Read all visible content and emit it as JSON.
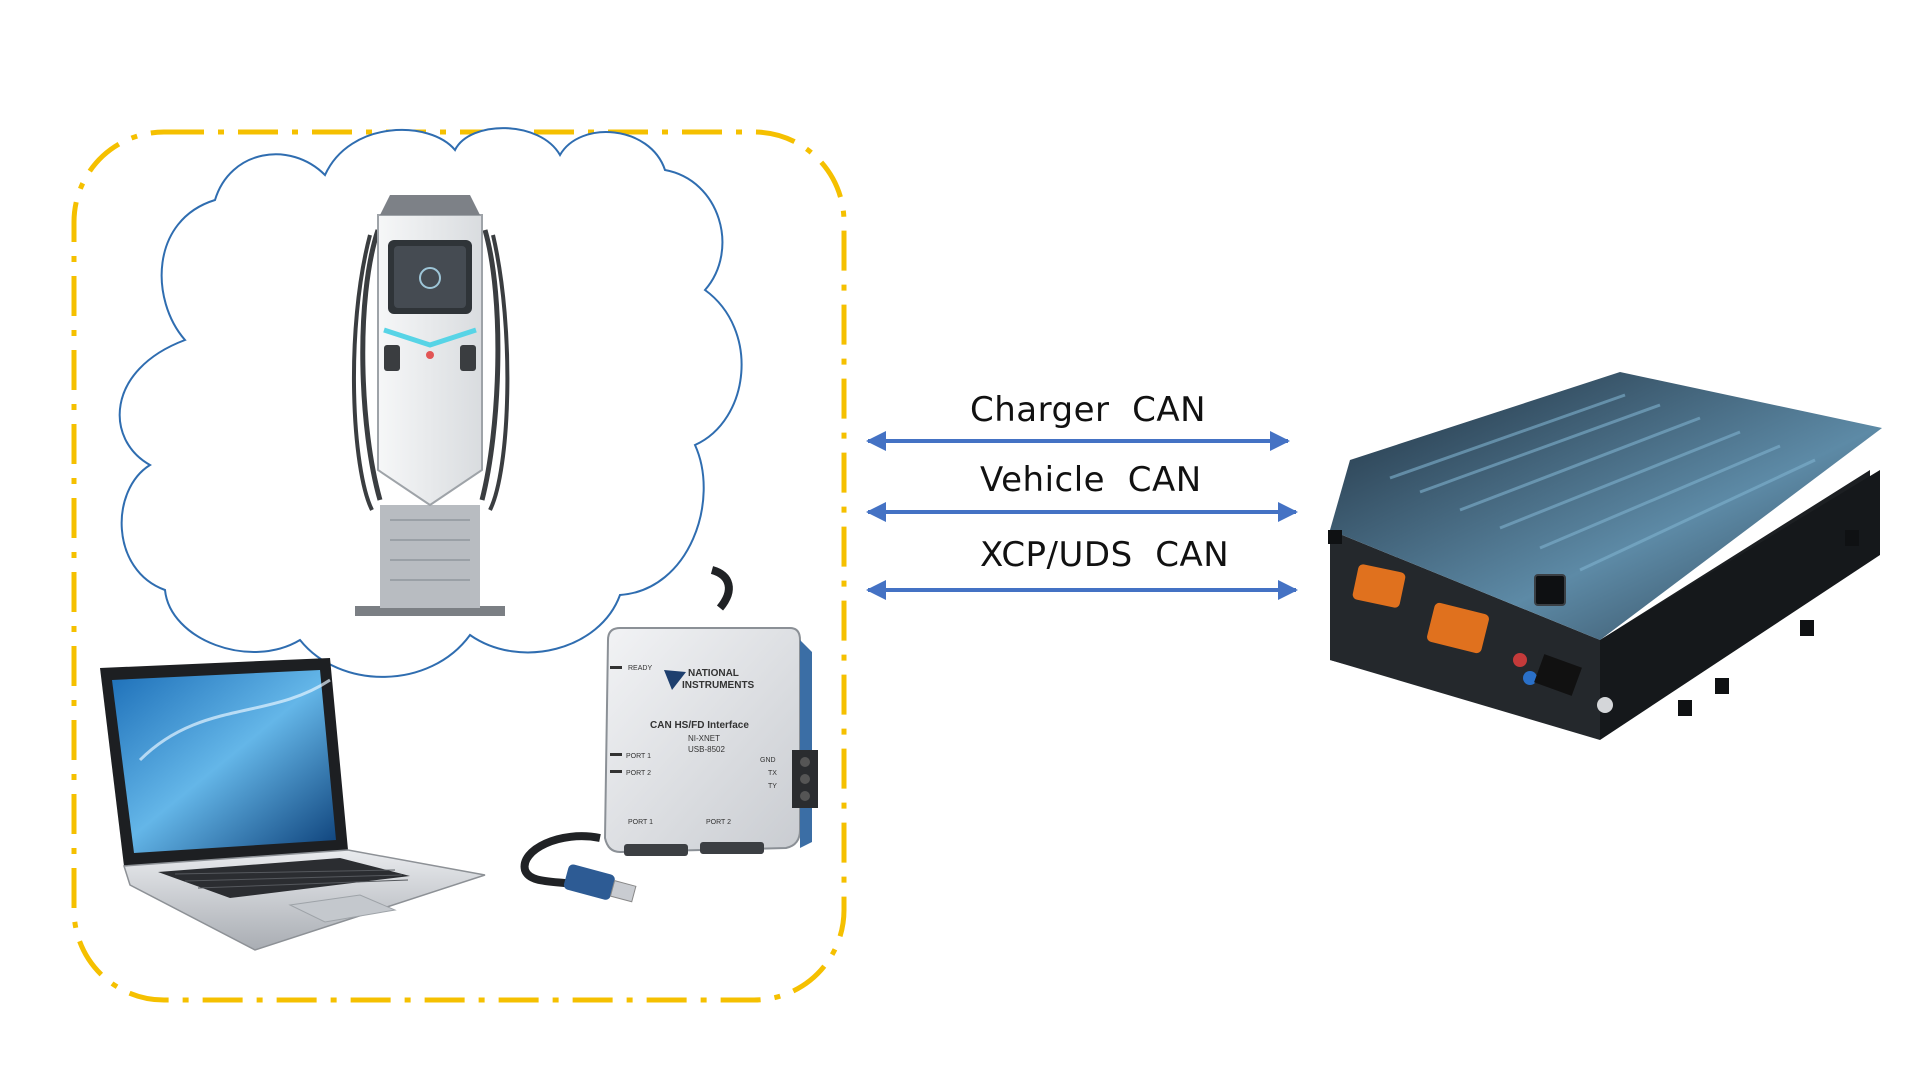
{
  "links": [
    {
      "label": "Charger  CAN"
    },
    {
      "label": "Vehicle  CAN"
    },
    {
      "label": "XCP/UDS  CAN"
    }
  ],
  "ni_device": {
    "brand_line1": "NATIONAL",
    "brand_line2": "INSTRUMENTS",
    "title": "CAN HS/FD Interface",
    "sub1": "NI-XNET",
    "sub2": "USB-8502",
    "ready": "READY",
    "port1": "PORT 1",
    "port2": "PORT 2",
    "gnd": "GND",
    "tx": "TX",
    "ty": "TY",
    "bottom_port1": "PORT 1",
    "bottom_port2": "PORT 2"
  },
  "colors": {
    "boundary": "#F5C000",
    "cloud": "#2F6DB0",
    "arrow": "#4472C4",
    "battery": "#2b3036"
  }
}
